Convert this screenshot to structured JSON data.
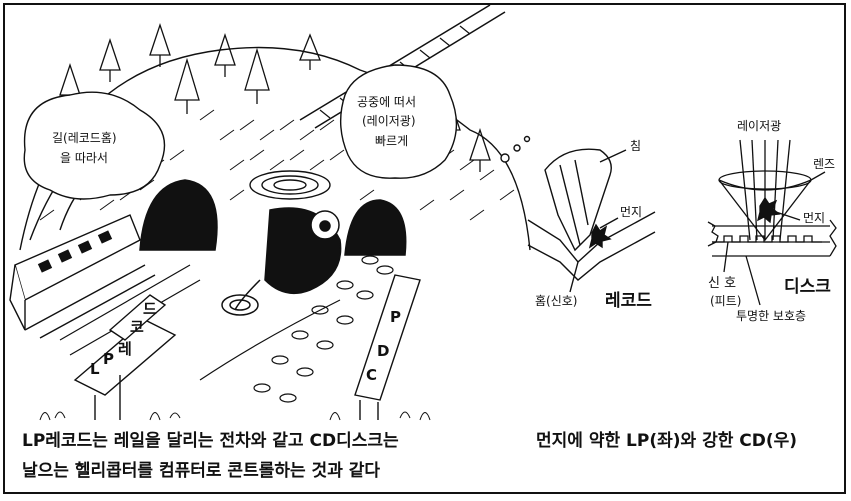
{
  "left_scene": {
    "bubble_left_line1": "길(레코드홈)",
    "bubble_left_line2": "을 따라서",
    "bubble_right_line1": "공중에 떠서",
    "bubble_right_line2": "(레이저광)",
    "bubble_right_line3": "빠르게",
    "sign_lp_letters": [
      "L",
      "P",
      "레",
      "코",
      "드"
    ],
    "sign_cd_letters": [
      "C",
      "D",
      "P"
    ]
  },
  "lp_diagram": {
    "needle_label": "침",
    "dust_label": "먼지",
    "groove_label": "홈(신호)",
    "title": "레코드"
  },
  "cd_diagram": {
    "laser_label": "레이저광",
    "lens_label": "렌즈",
    "dust_label": "먼지",
    "signal_label": "신 호",
    "pit_label": "(피트)",
    "protect_label": "투명한 보호층",
    "title": "디스크"
  },
  "captions": {
    "left_line1": "LP레코드는 레일을 달리는 전차와 같고 CD디스크는",
    "left_line2": "날으는 헬리콥터를 컴퓨터로 콘트롤하는 것과 같다",
    "right": "먼지에 약한 LP(좌)와 강한 CD(우)"
  }
}
